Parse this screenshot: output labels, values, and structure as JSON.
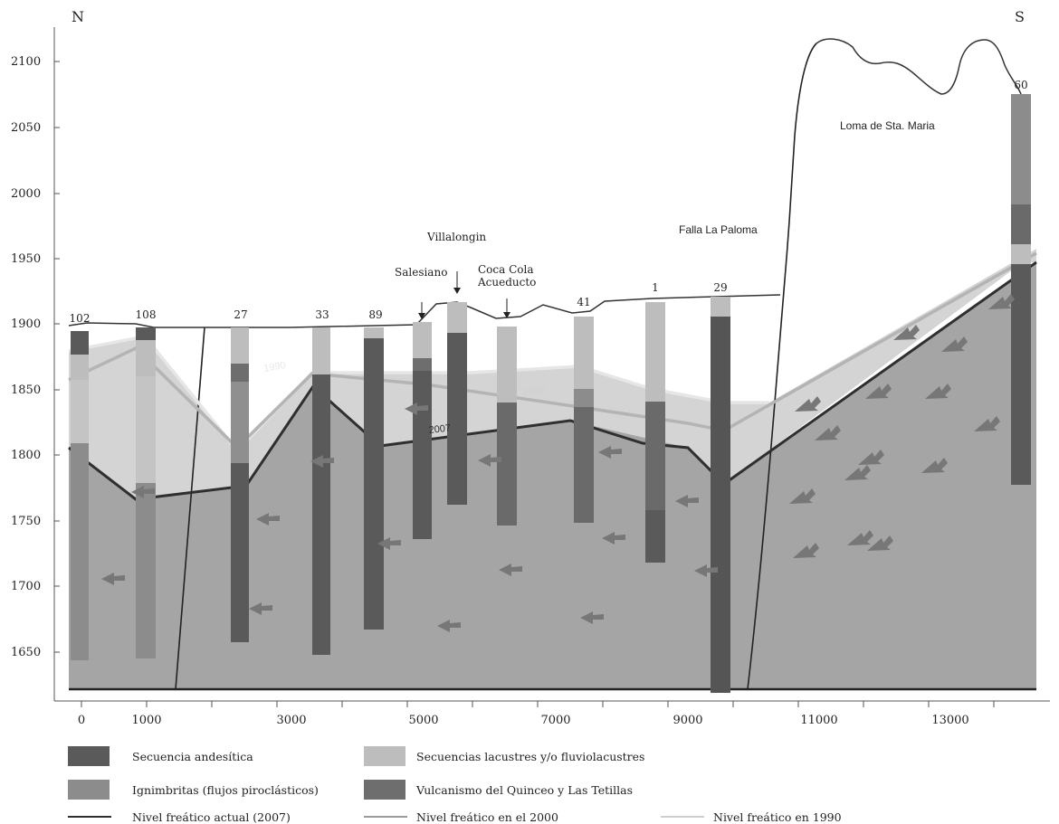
{
  "orientation": {
    "north": "N",
    "south": "S"
  },
  "y_axis": {
    "ticks": [
      "2100",
      "2050",
      "2000",
      "1950",
      "1900",
      "1850",
      "1800",
      "1750",
      "1700",
      "1650"
    ]
  },
  "x_axis": {
    "ticks": [
      "0",
      "1000",
      "3000",
      "5000",
      "7000",
      "9000",
      "11000",
      "13000"
    ]
  },
  "wells": [
    "102",
    "108",
    "27",
    "33",
    "89",
    "41",
    "1",
    "29",
    "60"
  ],
  "annotations": {
    "salesiano": "Salesiano",
    "villalongin": "Villalongin",
    "coca_cola_1": "Coca Cola",
    "coca_cola_2": "Acueducto",
    "falla": "Falla La Paloma",
    "loma": "Loma de Sta. Maria"
  },
  "water_table_labels": {
    "y1990": "1990",
    "y2000": "2000",
    "y2007": "2007"
  },
  "legend": {
    "andesitica": "Secuencia andesítica",
    "lacustres": "Secuencias lacustres y/o fluviolacustres",
    "ignimbritas": "Ignimbritas (flujos piroclásticos)",
    "vulcanismo": "Vulcanismo del Quinceo y Las Tetillas",
    "nivel_2007": "Nivel freático actual (2007)",
    "nivel_2000": "Nivel freático en el 2000",
    "nivel_1990": "Nivel freático en 1990"
  },
  "colors": {
    "andesitica": "#5a5a5a",
    "lacustres": "#bdbdbd",
    "ignimbritas": "#8c8c8c",
    "vulcanismo": "#6e6e6e",
    "saturated_zone": "#a3a3a3",
    "unsaturated_band": "#d2d2d2"
  }
}
